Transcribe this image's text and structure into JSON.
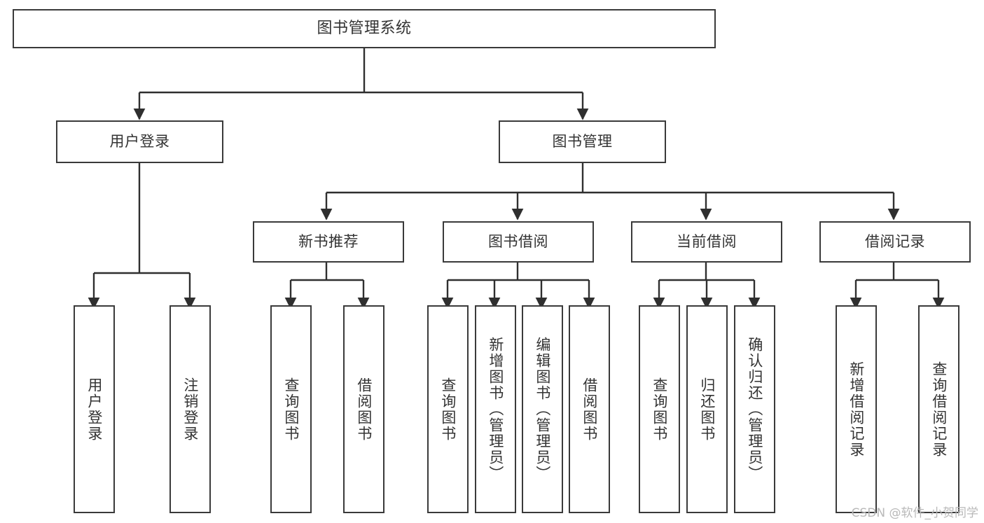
{
  "diagram": {
    "type": "tree-hierarchy-flowchart",
    "title": "图书管理系统",
    "colors": {
      "background": "#ffffff",
      "box_border": "#3a3a3a",
      "box_fill": "#ffffff",
      "text": "#333333",
      "connector": "#2f2f2f",
      "watermark": "#b9b9b9"
    },
    "levels": [
      {
        "level": 1,
        "nodes": [
          {
            "id": "root",
            "label": "图书管理系统"
          }
        ]
      },
      {
        "level": 2,
        "nodes": [
          {
            "id": "login",
            "label": "用户登录"
          },
          {
            "id": "bookmgmt",
            "label": "图书管理"
          }
        ]
      },
      {
        "level": 3,
        "nodes": [
          {
            "id": "newbook",
            "label": "新书推荐"
          },
          {
            "id": "borrow",
            "label": "图书借阅"
          },
          {
            "id": "current",
            "label": "当前借阅"
          },
          {
            "id": "record",
            "label": "借阅记录"
          }
        ]
      },
      {
        "level": 4,
        "nodes": [
          {
            "id": "l1",
            "label": "用户登录"
          },
          {
            "id": "l2",
            "label": "注销登录"
          },
          {
            "id": "l3",
            "label": "查询图书"
          },
          {
            "id": "l4",
            "label": "借阅图书"
          },
          {
            "id": "l5",
            "label": "查询图书"
          },
          {
            "id": "l6",
            "label": "新增图书（管理员）"
          },
          {
            "id": "l7",
            "label": "编辑图书（管理员）"
          },
          {
            "id": "l8",
            "label": "借阅图书"
          },
          {
            "id": "l9",
            "label": "查询图书"
          },
          {
            "id": "l10",
            "label": "归还图书"
          },
          {
            "id": "l11",
            "label": "确认归还（管理员）"
          },
          {
            "id": "l12",
            "label": "新增借阅记录"
          },
          {
            "id": "l13",
            "label": "查询借阅记录"
          }
        ]
      }
    ],
    "edges": [
      {
        "from": "root",
        "to": "login"
      },
      {
        "from": "root",
        "to": "bookmgmt"
      },
      {
        "from": "login",
        "to": "l1"
      },
      {
        "from": "login",
        "to": "l2"
      },
      {
        "from": "bookmgmt",
        "to": "newbook"
      },
      {
        "from": "bookmgmt",
        "to": "borrow"
      },
      {
        "from": "bookmgmt",
        "to": "current"
      },
      {
        "from": "bookmgmt",
        "to": "record"
      },
      {
        "from": "newbook",
        "to": "l3"
      },
      {
        "from": "newbook",
        "to": "l4"
      },
      {
        "from": "borrow",
        "to": "l5"
      },
      {
        "from": "borrow",
        "to": "l6"
      },
      {
        "from": "borrow",
        "to": "l7"
      },
      {
        "from": "borrow",
        "to": "l8"
      },
      {
        "from": "current",
        "to": "l9"
      },
      {
        "from": "current",
        "to": "l10"
      },
      {
        "from": "current",
        "to": "l11"
      },
      {
        "from": "record",
        "to": "l12"
      },
      {
        "from": "record",
        "to": "l13"
      }
    ]
  },
  "watermark": {
    "text": "CSDN @软件_小贺同学"
  }
}
